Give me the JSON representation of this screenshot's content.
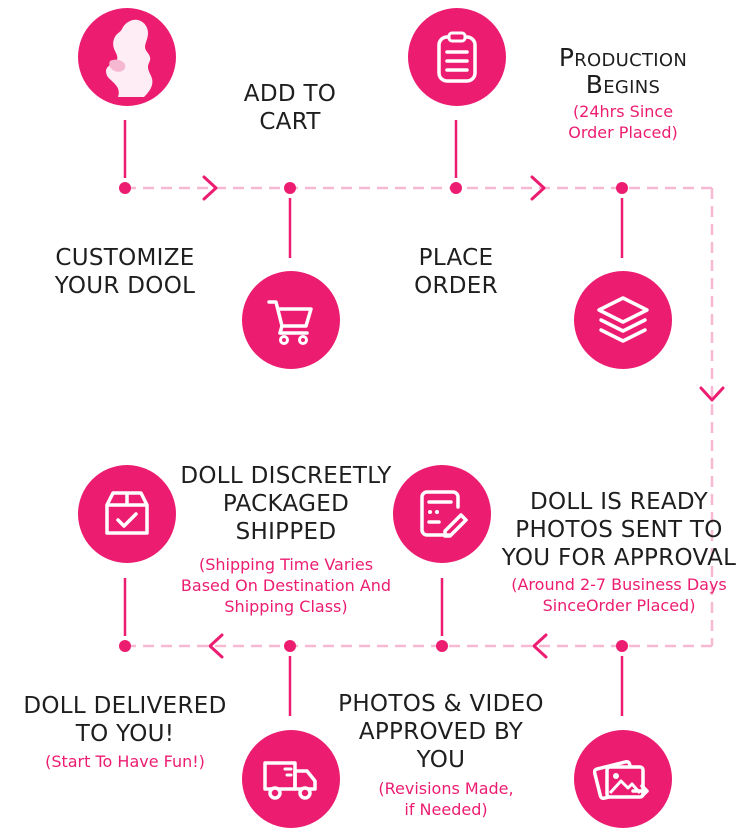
{
  "colors": {
    "accent": "#ec1d71",
    "line": "#f7b8d2",
    "text": "#1e1e1e"
  },
  "steps": {
    "customize": {
      "label_lines": [
        "CUSTOMIZE",
        "YOUR DOOL"
      ],
      "icon": "silhouette-icon"
    },
    "add_to_cart": {
      "label_lines": [
        "ADD TO",
        "CART"
      ],
      "icon": "cart-icon"
    },
    "place_order": {
      "label_lines": [
        "PLACE",
        "ORDER"
      ],
      "icon": "clipboard-icon"
    },
    "production": {
      "label_lines": [
        "Production",
        "Begins"
      ],
      "sub_lines": [
        "(24hrs Since",
        "Order Placed)"
      ],
      "icon": "layers-icon"
    },
    "ready": {
      "label_lines": [
        "DOLL IS READY",
        "PHOTOS SENT TO",
        "YOU FOR APPROVAL"
      ],
      "sub_lines": [
        "(Around 2-7 Business Days",
        "SinceOrder Placed)"
      ],
      "icon": "photos-icon"
    },
    "approved": {
      "label_lines": [
        "PHOTOS & VIDEO",
        "APPROVED BY",
        "YOU"
      ],
      "sub_lines": [
        "(Revisions Made,",
        "if Needed)"
      ],
      "icon": "edit-form-icon"
    },
    "packaged": {
      "label_lines": [
        "DOLL DISCREETLY",
        "PACKAGED",
        "SHIPPED"
      ],
      "sub_lines": [
        "(Shipping Time Varies",
        "Based On Destination And",
        "Shipping Class)"
      ],
      "icon": "truck-icon"
    },
    "delivered": {
      "label_lines": [
        "DOLL DELIVERED",
        "TO YOU!"
      ],
      "sub_lines": [
        "(Start To Have Fun!)"
      ],
      "icon": "box-check-icon"
    }
  }
}
